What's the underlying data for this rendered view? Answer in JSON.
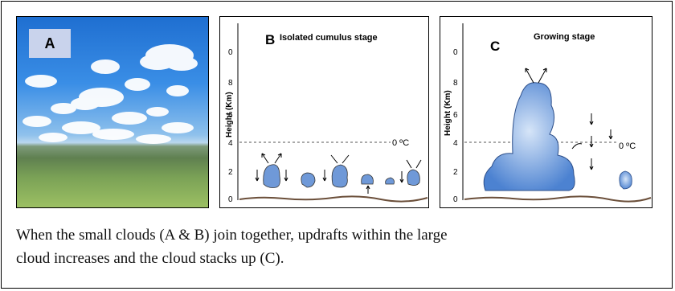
{
  "panel_a": {
    "label": "A"
  },
  "panel_b": {
    "label": "B",
    "title": "Isolated cumulus stage",
    "axis_label": "Height (Km)",
    "ticks": [
      "0",
      "8",
      "6",
      "4",
      "2",
      "0"
    ],
    "freezing_label": "0 ºC"
  },
  "panel_c": {
    "label": "C",
    "title": "Growing stage",
    "axis_label": "Height (Km)",
    "ticks": [
      "0",
      "8",
      "6",
      "4",
      "2",
      "0"
    ],
    "freezing_label": "0 ºC"
  },
  "caption": {
    "line1": "When the small clouds (A & B) join together, updrafts within the large",
    "line2": "cloud increases and the cloud stacks up (C)."
  },
  "colors": {
    "cloud_fill": "#5b8fd8",
    "cloud_light": "#cfe0f6",
    "label_bg": "#c9d3ec",
    "sky": "#2f82dc"
  }
}
